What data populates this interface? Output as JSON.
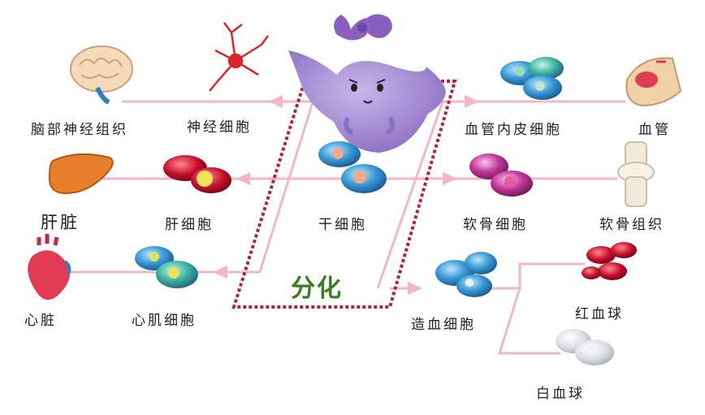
{
  "labels": {
    "brain_tissue": "脑部神经组织",
    "nerve_cell": "神经细胞",
    "liver": "肝脏",
    "liver_cell": "肝细胞",
    "heart": "心脏",
    "cardiomyocyte": "心肌细胞",
    "stem_cell": "干细胞",
    "differentiation": "分化",
    "endothelial_cell": "血管内皮细胞",
    "blood_vessel": "血管",
    "chondrocyte": "软骨细胞",
    "cartilage_tissue": "软骨组织",
    "hematopoietic_cell": "造血细胞",
    "red_blood_cell": "红血球",
    "white_blood_cell": "白血球"
  },
  "colors": {
    "connector": "#f2b6c8",
    "dashed_box": "#a8283a",
    "mascot": "#9b83c9",
    "bow": "#8a5fc0",
    "stem_cell": "#3b9ad6",
    "cardio": "#2e9fd0",
    "red": "#c8102e",
    "label_green": "#3a7d1f"
  }
}
